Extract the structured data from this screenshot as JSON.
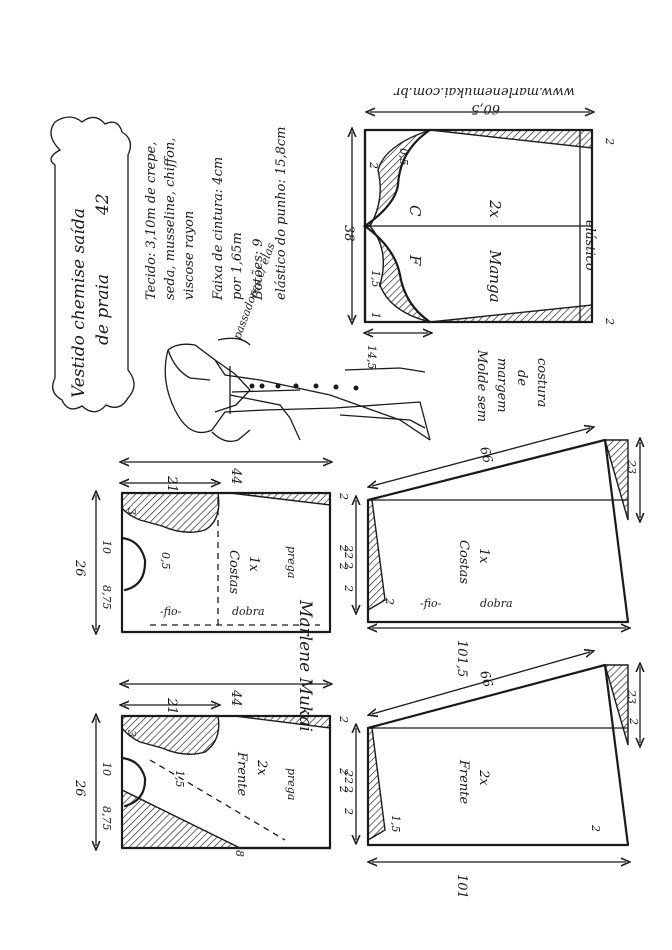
{
  "title": {
    "line1": "Vestido chemise saída",
    "line2": "de praia",
    "size": "42"
  },
  "website": "www.marlenemukai.com.br",
  "materials": [
    "Tecido: 3,10m de crepe,",
    "seda, musseline, chiffon,",
    "viscose rayon",
    "Faixa de cintura: 4cm",
    "por 1,65m",
    "Botões: 9",
    "elástico do punho: 15,8cm"
  ],
  "illustration_note": "passadores c/ elas",
  "seam_note": [
    "Molde sem",
    "margem",
    "de",
    "costura"
  ],
  "signature": "Marlene Mukai",
  "sleeve": {
    "name": "Manga",
    "count": "2x",
    "label_c": "C",
    "label_f": "F",
    "elastic": "elástico",
    "width": "60,5",
    "height": "38",
    "cap": "14,5",
    "d05": "0,5",
    "d2a": "2",
    "d15": "1,5",
    "d1": "1",
    "end_a": "2",
    "end_b": "2"
  },
  "back_bodice": {
    "name": "Costas",
    "count": "1x",
    "pleat": "prega",
    "grain": "-fio-",
    "fold": "dobra",
    "width": "44",
    "shoulder": "21",
    "length": "26",
    "armhole": "8,75",
    "neck_a": "3",
    "neck_b": "10",
    "d05": "0,5",
    "pleat_a": "2",
    "pleat_b": "2",
    "side": "2"
  },
  "back_skirt": {
    "name": "Costas",
    "count": "1x",
    "grain": "-fio-",
    "fold": "dobra",
    "length": "66",
    "hem": "101,5",
    "width": "22",
    "pleat_a": "2",
    "pleat_b": "2",
    "side": "23",
    "top": "2",
    "bottom": "2"
  },
  "front_bodice": {
    "name": "Frente",
    "count": "2x",
    "pleat": "prega",
    "width": "44",
    "shoulder": "21",
    "length": "26",
    "armhole": "8,75",
    "neck_a": "3",
    "neck_b": "10",
    "d15": "1,5",
    "pleat_a": "2",
    "pleat_b": "2",
    "corner": "8",
    "side": "2"
  },
  "front_skirt": {
    "name": "Frente",
    "count": "2x",
    "length": "66",
    "hem": "101",
    "width": "22",
    "pleat_a": "2",
    "pleat_b": "2",
    "side": "23",
    "d15": "1,5",
    "d2": "2",
    "top": "2"
  }
}
